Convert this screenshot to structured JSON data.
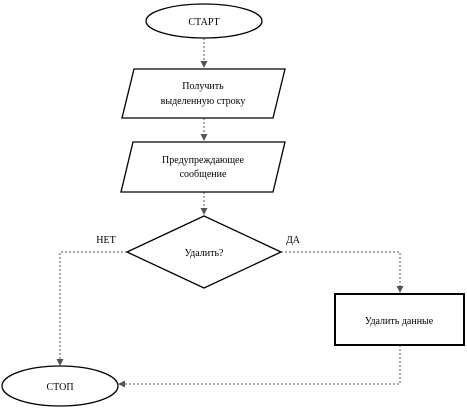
{
  "flowchart": {
    "start": "СТАРТ",
    "get_row": [
      "Получить",
      "выделенную строку"
    ],
    "warning": [
      "Предупреждающее",
      "сообщение"
    ],
    "decision": "Удалить?",
    "no_label": "НЕТ",
    "yes_label": "ДА",
    "delete_data": "Удалить данные",
    "stop": "СТОП"
  }
}
